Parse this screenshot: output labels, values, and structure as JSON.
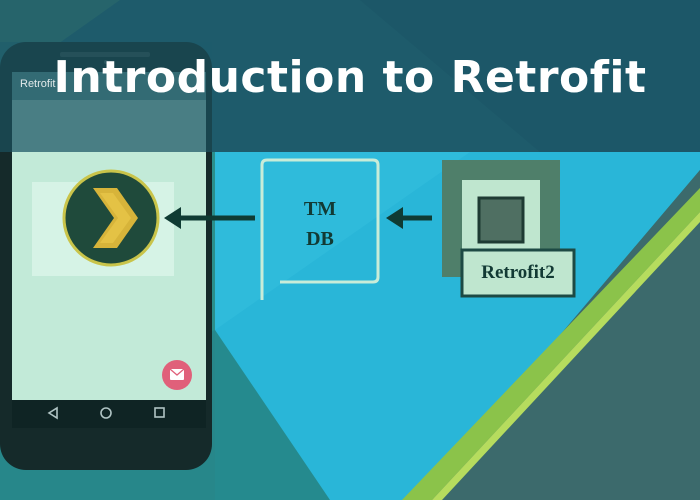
{
  "title": "Introduction to Retrofit",
  "phone": {
    "app_bar_title": "Retrofit",
    "fab_icon": "mail-icon",
    "nav_icons": [
      "back-icon",
      "home-icon",
      "recents-icon"
    ],
    "logo_icon": "chevron-right-icon"
  },
  "diagram": {
    "tmdb_line1": "TM",
    "tmdb_line2": "DB",
    "retrofit_label": "Retrofit2"
  },
  "colors": {
    "banner": "#1e5b6b",
    "cyan_panel": "#29b6d8",
    "slate": "#3c6a6c",
    "lime": "#8bc34a",
    "phone_screen": "#c2ead8",
    "arrow": "#0f3b33",
    "fab": "#e0607a"
  }
}
